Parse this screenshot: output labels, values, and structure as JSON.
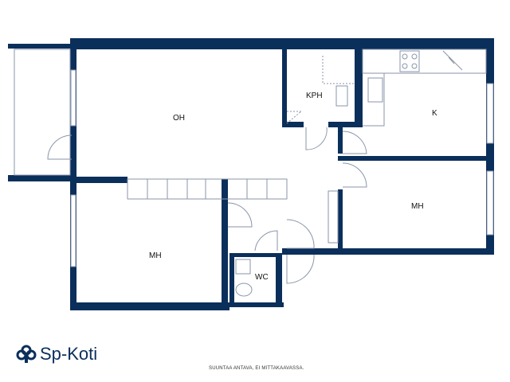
{
  "colors": {
    "wall": "#0b2f5b",
    "line": "#8a96a8"
  },
  "rooms": {
    "oh": "OH",
    "kph": "KPH",
    "k": "K",
    "mh1": "MH",
    "mh2": "MH",
    "wc": "WC"
  },
  "logo": {
    "text": "Sp-Koti"
  },
  "disclaimer": "SUUNTAA ANTAVA, EI MITTAKAAVASSA."
}
